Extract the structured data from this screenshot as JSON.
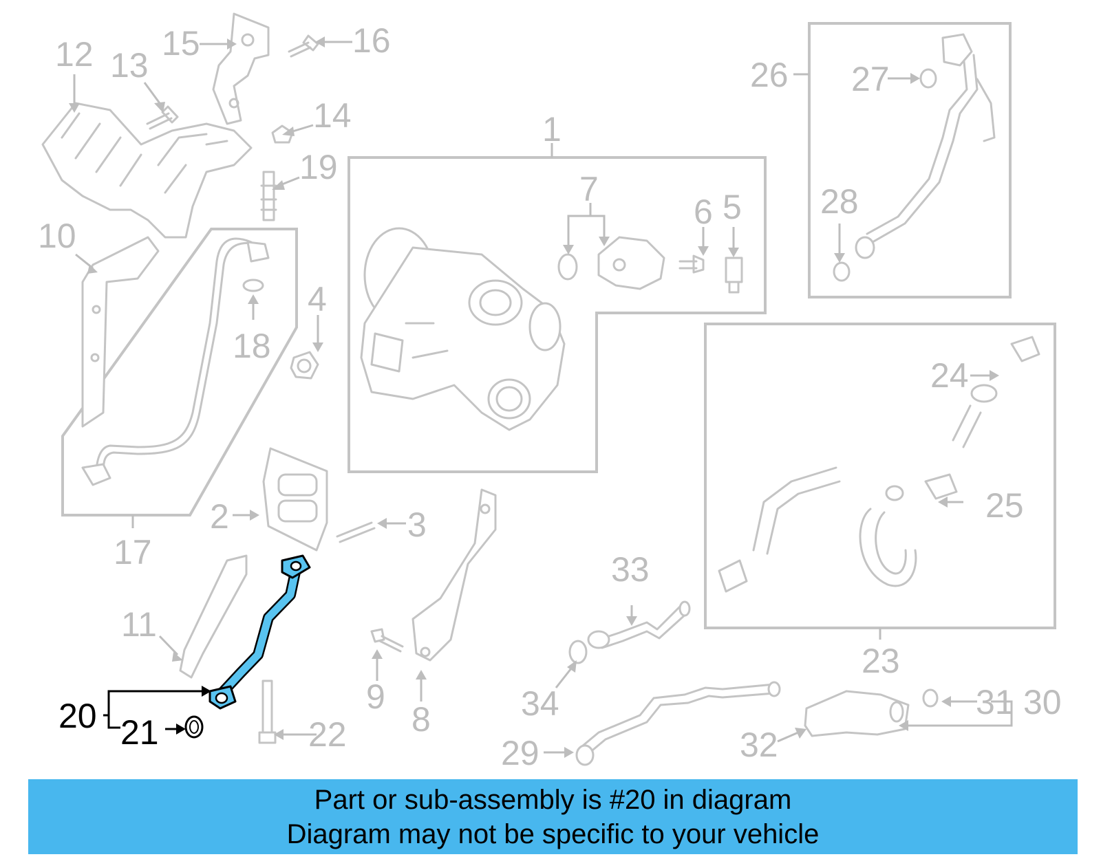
{
  "callouts": {
    "c1": "1",
    "c2": "2",
    "c3": "3",
    "c4": "4",
    "c5": "5",
    "c6": "6",
    "c7": "7",
    "c8": "8",
    "c9": "9",
    "c10": "10",
    "c11": "11",
    "c12": "12",
    "c13": "13",
    "c14": "14",
    "c15": "15",
    "c16": "16",
    "c17": "17",
    "c18": "18",
    "c19": "19",
    "c20": "20",
    "c21": "21",
    "c22": "22",
    "c23": "23",
    "c24": "24",
    "c25": "25",
    "c26": "26",
    "c27": "27",
    "c28": "28",
    "c29": "29",
    "c30": "30",
    "c31": "31",
    "c32": "32",
    "c33": "33",
    "c34": "34"
  },
  "highlighted_part": "20",
  "colors": {
    "highlight_part": "#58c3f0",
    "banner": "#48b7ee",
    "inactive_lines": "#c4c4c4"
  },
  "banner": {
    "line1": "Part or sub-assembly is #20 in diagram",
    "line2": "Diagram may not be specific to your vehicle"
  }
}
